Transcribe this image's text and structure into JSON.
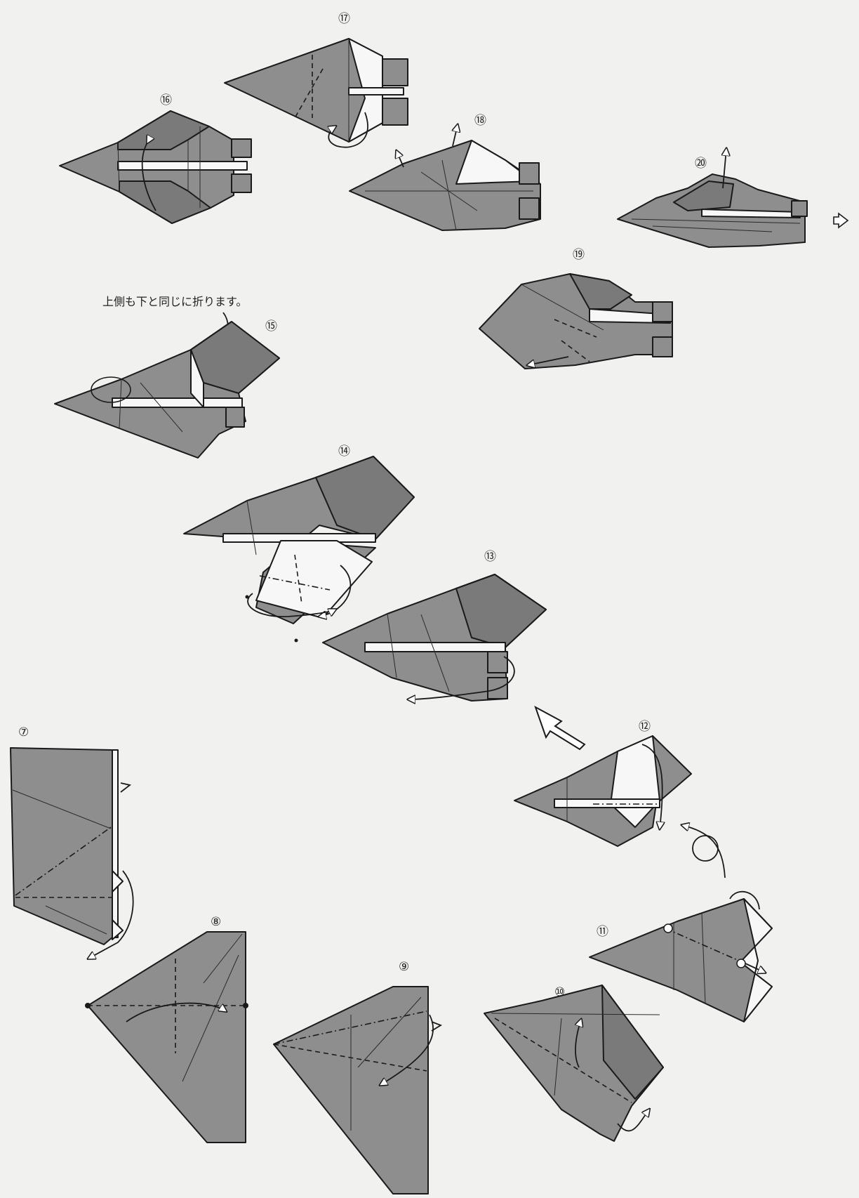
{
  "page": {
    "note": "上側も下と同じに折ります。"
  },
  "steps": [
    {
      "id": "7",
      "label": "⑦"
    },
    {
      "id": "8",
      "label": "⑧"
    },
    {
      "id": "9",
      "label": "⑨"
    },
    {
      "id": "10",
      "label": "⑩"
    },
    {
      "id": "11",
      "label": "⑪"
    },
    {
      "id": "12",
      "label": "⑫"
    },
    {
      "id": "13",
      "label": "⑬"
    },
    {
      "id": "14",
      "label": "⑭"
    },
    {
      "id": "15",
      "label": "⑮"
    },
    {
      "id": "16",
      "label": "⑯"
    },
    {
      "id": "17",
      "label": "⑰"
    },
    {
      "id": "18",
      "label": "⑱"
    },
    {
      "id": "19",
      "label": "⑲"
    },
    {
      "id": "20",
      "label": "⑳"
    }
  ],
  "colors": {
    "paper": "#8e8e8e",
    "paper_reverse": "#f7f7f7",
    "background": "#f1f1ef",
    "line": "#1a1a1a"
  },
  "icons": [
    "next-page-arrow-icon",
    "big-direction-arrow-icon",
    "turn-over-icon"
  ]
}
